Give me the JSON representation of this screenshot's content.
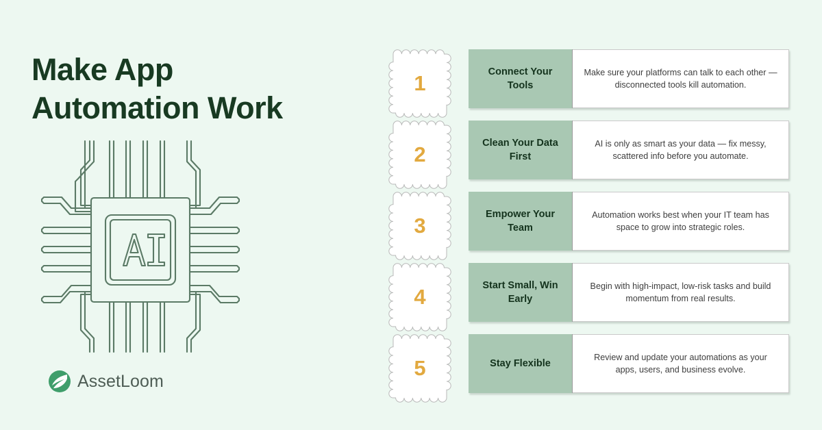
{
  "brand": {
    "logo_name": "AssetLoom",
    "logo_icon": "leaf-circle-icon",
    "accent_green": "#a9c8b3",
    "dark_green": "#183a22",
    "accent_gold": "#e2a93f",
    "background": "#edf8f1"
  },
  "title": {
    "line1": "Make App",
    "line2": "Automation Work"
  },
  "illustration": {
    "icon_name": "ai-chip-icon",
    "label": "AI"
  },
  "steps": [
    {
      "number": "1",
      "heading": "Connect Your Tools",
      "description": "Make sure your platforms can talk to each other — disconnected tools kill automation."
    },
    {
      "number": "2",
      "heading": "Clean Your Data First",
      "description": "AI is only as smart as your data — fix messy, scattered info before you automate."
    },
    {
      "number": "3",
      "heading": "Empower Your Team",
      "description": "Automation works best when your IT team has space to grow into strategic roles."
    },
    {
      "number": "4",
      "heading": "Start Small, Win Early",
      "description": "Begin with high-impact, low-risk tasks and build momentum from real results."
    },
    {
      "number": "5",
      "heading": "Stay Flexible",
      "description": "Review and update your automations as your apps, users, and business evolve."
    }
  ]
}
